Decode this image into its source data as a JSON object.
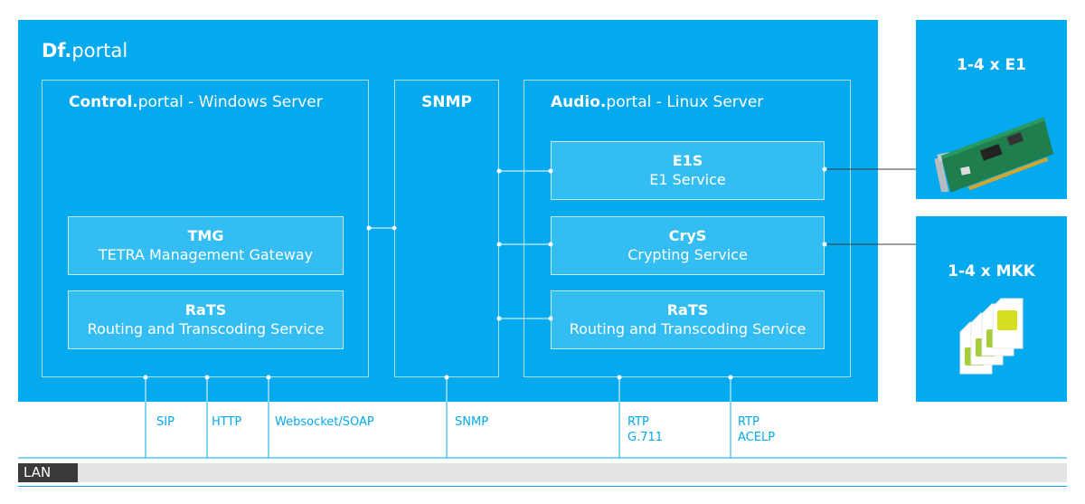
{
  "portal": {
    "title_bold": "Df.",
    "title_rest": "portal"
  },
  "control": {
    "title_bold": "Control.",
    "title_rest": "portal - Windows Server"
  },
  "snmp": {
    "title": "SNMP"
  },
  "audio": {
    "title_bold": "Audio.",
    "title_rest": "portal - Linux Server"
  },
  "services": {
    "tmg": {
      "name": "TMG",
      "desc": "TETRA Management Gateway"
    },
    "rats_control": {
      "name": "RaTS",
      "desc": "Routing and Transcoding Service"
    },
    "e1s": {
      "name": "E1S",
      "desc": "E1 Service"
    },
    "crys": {
      "name": "CryS",
      "desc": "Crypting Service"
    },
    "rats_audio": {
      "name": "RaTS",
      "desc": "Routing and Transcoding Service"
    }
  },
  "hardware": {
    "e1": {
      "title": "1-4 x E1",
      "icon": "pci-card-icon"
    },
    "mkk": {
      "title": "1-4 x MKK",
      "icon": "sim-card-stack-icon"
    }
  },
  "protocols": {
    "sip": "SIP",
    "http": "HTTP",
    "websocket": "Websocket/SOAP",
    "snmp": "SNMP",
    "rtp_g711_line1": "RTP",
    "rtp_g711_line2": "G.711",
    "rtp_acelp_line1": "RTP",
    "rtp_acelp_line2": "ACELP"
  },
  "network": {
    "label": "LAN"
  },
  "colors": {
    "primary": "#04a9ee",
    "service_fill": "#33bdf3",
    "lan_bar": "#e4e4e4",
    "lan_label": "#3a3a3a"
  }
}
